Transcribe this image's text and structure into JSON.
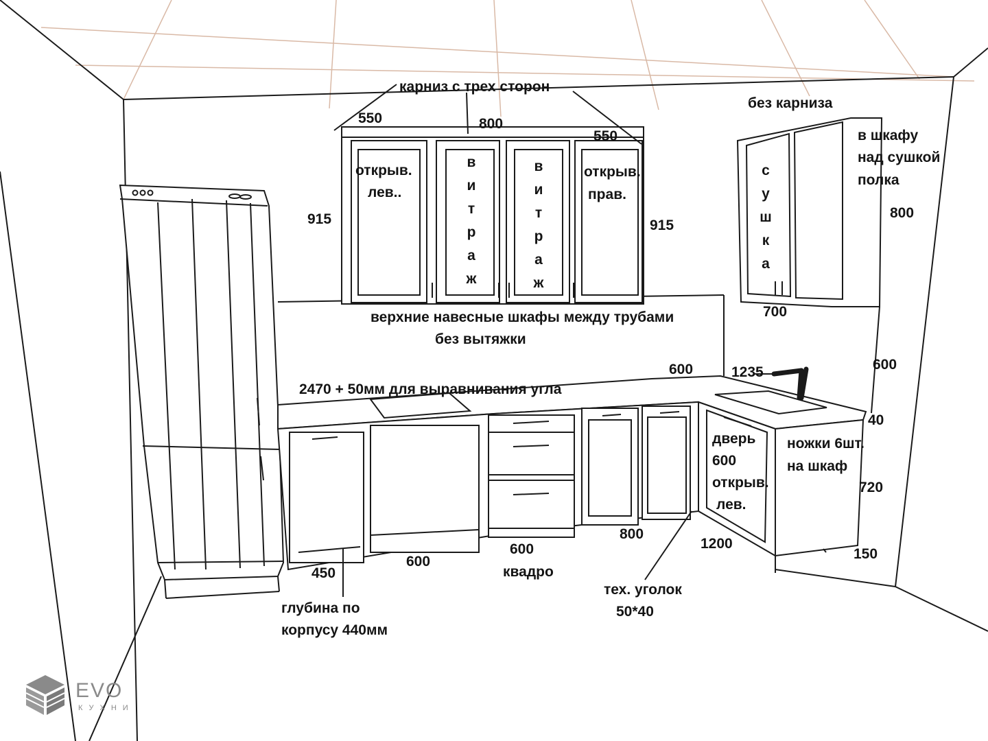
{
  "annotations": {
    "cornice_three_sides": "карниз  с  трех  сторон",
    "no_cornice": "без  карниза",
    "shelf_line1": "в шкафу",
    "shelf_line2": "над сушкой",
    "shelf_line3": "полка",
    "open_left_1": "открыв.",
    "open_left_2": "лев..",
    "open_right_1": "открыв.",
    "open_right_2": "прав.",
    "vitrage_letters": [
      "в",
      "и",
      "т",
      "р",
      "а",
      "ж"
    ],
    "drying_letters": [
      "с",
      "у",
      "ш",
      "к",
      "а"
    ],
    "upper_between_pipes": "верхние навесные шкафы между трубами",
    "no_hood": "без   вытяжки",
    "countertop": "2470   + 50мм  для  выравнивания угла",
    "door_1": "дверь",
    "door_2": "600",
    "door_3": "открыв.",
    "door_4": "лев.",
    "legs_1": "ножки 6шт.",
    "legs_2": "на шкаф",
    "kvadro": "квадро",
    "tech_corner_1": "тех. уголок",
    "tech_corner_2": "50*40",
    "depth_1": "глубина по",
    "depth_2": "корпусу 440мм"
  },
  "dimensions": {
    "d550_left": "550",
    "d800_top": "800",
    "d550_right": "550",
    "d915_left": "915",
    "d915_right": "915",
    "d800_right_wall": "800",
    "d700": "700",
    "d600_counter": "600",
    "d1235": "1235",
    "d600_wall": "600",
    "d40": "40",
    "d720": "720",
    "d1200": "1200",
    "d150": "150",
    "d800_base": "800",
    "d600_drawers": "600",
    "d600_base": "600",
    "d450": "450"
  },
  "logo": {
    "word": "EVO",
    "sub": "КУХНИ"
  },
  "colors": {
    "line": "#1a1a1a",
    "ceiling_grid": "#d9b9a6",
    "sink": "#1a1a1a",
    "logo": "#8a8a8a"
  }
}
